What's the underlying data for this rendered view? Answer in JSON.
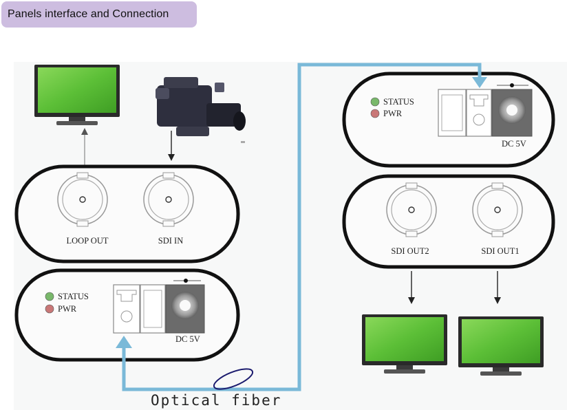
{
  "header": {
    "title": "Panels interface and Connection"
  },
  "colors": {
    "fiber": "#7ab9d8",
    "screen": "#62c33a",
    "status_led": "#79b86b",
    "pwr_led": "#c97777"
  },
  "transmitter": {
    "loop_out_label": "LOOP OUT",
    "sdi_in_label": "SDI IN",
    "status_label": "STATUS",
    "pwr_label": "PWR",
    "dc_label": "DC 5V"
  },
  "receiver": {
    "status_label": "STATUS",
    "pwr_label": "PWR",
    "dc_label": "DC 5V",
    "sdi_out2_label": "SDI OUT2",
    "sdi_out1_label": "SDI OUT1"
  },
  "fiber_label": "Optical fiber",
  "icons": [
    "monitor-icon",
    "video-camera-icon",
    "bnc-connector-icon",
    "fiber-port-icon",
    "dc-jack-icon",
    "led-icon",
    "fiber-coil-icon"
  ]
}
